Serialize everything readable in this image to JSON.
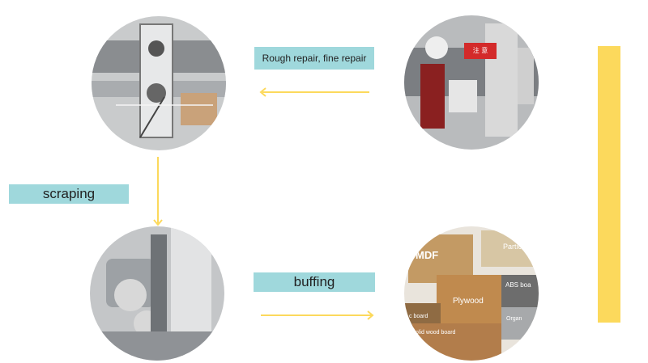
{
  "steps": {
    "rough_repair": "Rough repair, fine repair",
    "scraping": "scraping",
    "buffing": "buffing"
  },
  "photo_text": {
    "warning_sign": "注 意",
    "board_mdf": "MDF",
    "board_particle": "Particle",
    "board_plywood": "Plywood",
    "board_abs": "ABS boa",
    "board_c": "c board",
    "board_solid_wood": "olid wood board",
    "board_organic": "Organ"
  },
  "colors": {
    "label_bg": "#9fd8dc",
    "arrow": "#fcd95c",
    "side_bar": "#fcd95c"
  }
}
